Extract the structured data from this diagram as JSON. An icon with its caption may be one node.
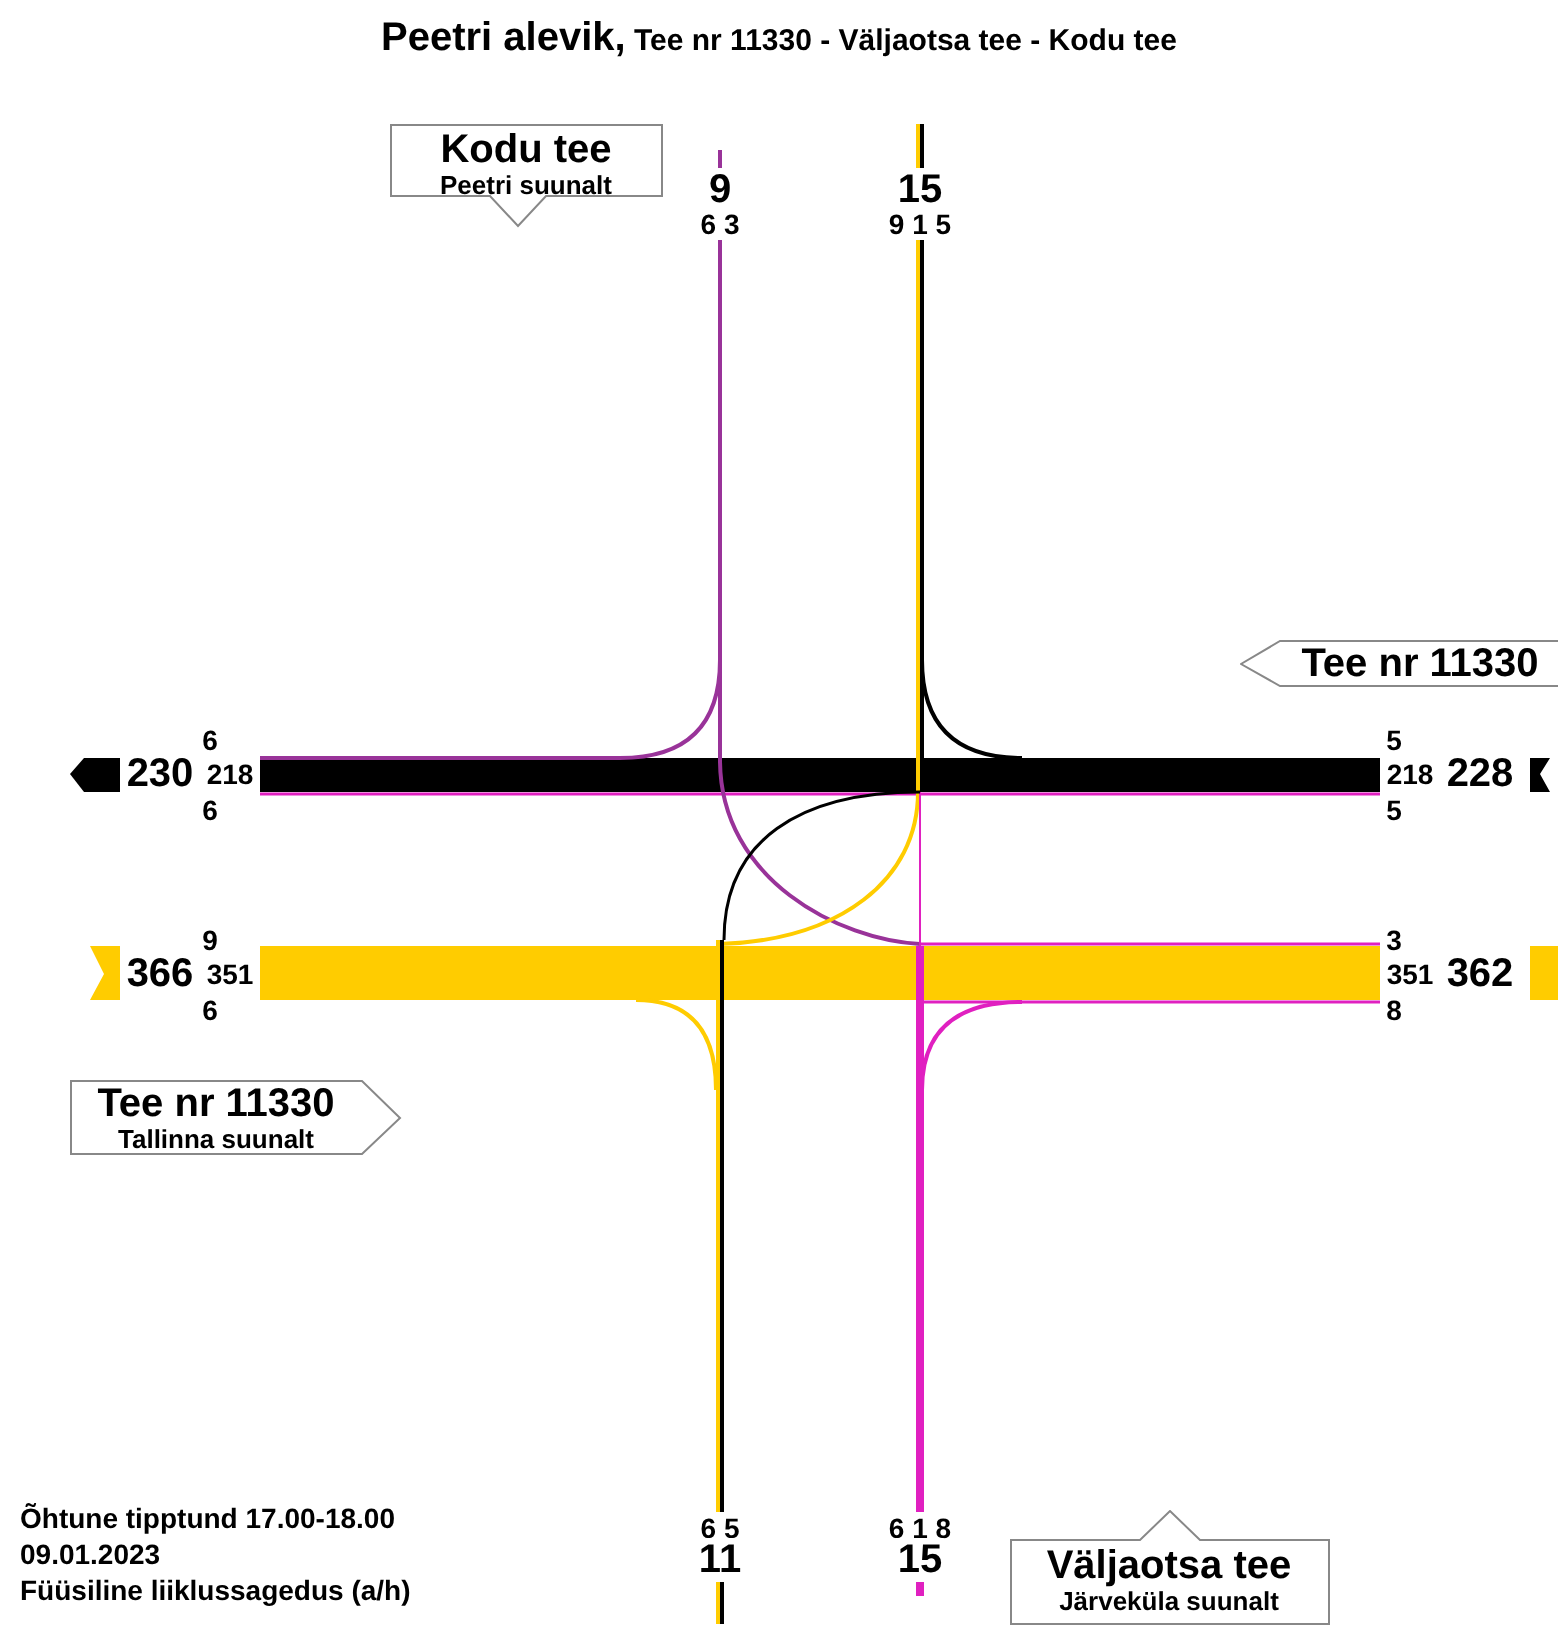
{
  "diagram": {
    "title": "**Peetri alevik,** Tee nr 11330 - Väljaotsa tee - Kodu tee",
    "nodes": [
      {
        "text": [
          "Kodu tee",
          "Peetri suunalt"
        ]
      },
      {
        "text": [
          "Tee nr 11330"
        ]
      },
      {
        "text": [
          "Tee nr 11330",
          "Tallinna suunalt"
        ]
      },
      {
        "text": [
          "Väljaotsa tee",
          "Järveküla suunalt"
        ]
      }
    ],
    "labels": [
      "9",
      "6 3",
      "15",
      "9 1 5",
      "6",
      "230",
      "218",
      "6",
      "5",
      "218",
      "228",
      "5",
      "9",
      "366",
      "351",
      "6",
      "3",
      "351",
      "362",
      "8",
      "6 5",
      "11",
      "6 1 8",
      "15",
      "Õhtune tipptund 17.00-18.00",
      "09.01.2023",
      "Füüsiline liiklussagedus (a/h)"
    ]
  }
}
